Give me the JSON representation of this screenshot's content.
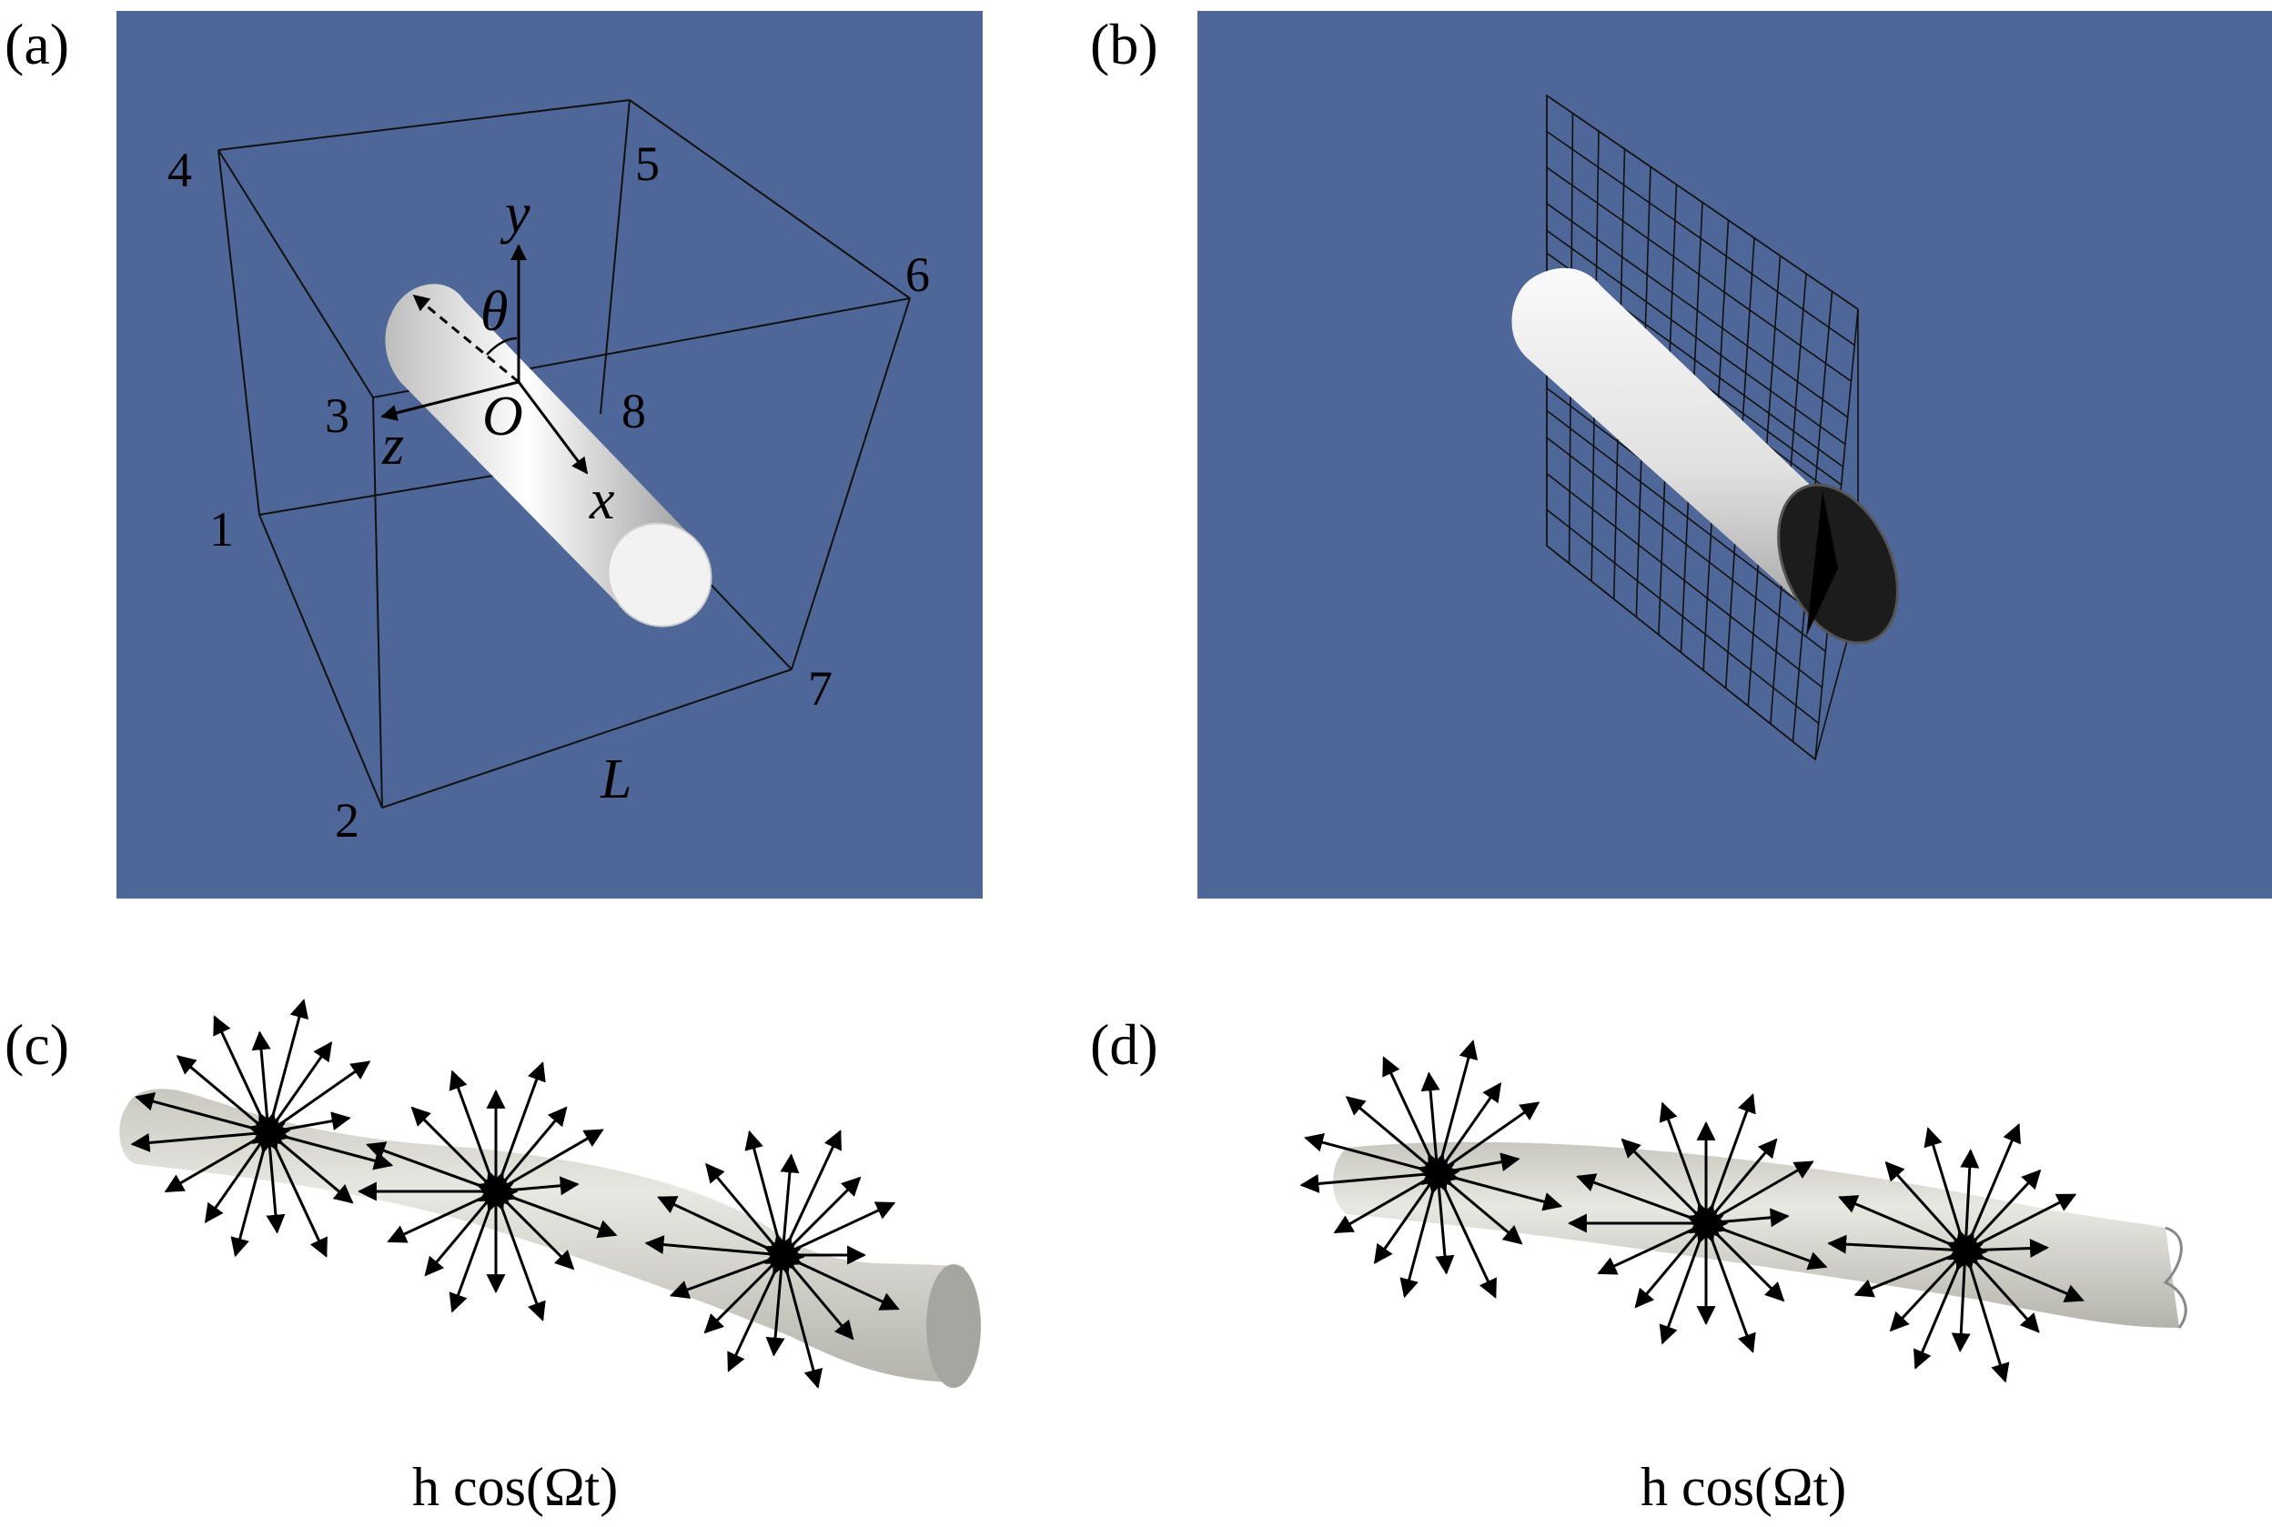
{
  "panels": {
    "a": {
      "label": "(a)",
      "vertices": [
        "1",
        "2",
        "3",
        "4",
        "5",
        "6",
        "7",
        "8"
      ],
      "axes": {
        "x": "x",
        "y": "y",
        "z": "z",
        "origin": "O",
        "angle": "θ",
        "length": "L"
      }
    },
    "b": {
      "label": "(b)"
    },
    "c": {
      "label": "(c)",
      "caption": "h cos(Ωt)"
    },
    "d": {
      "label": "(d)",
      "caption": "h cos(Ωt)"
    }
  },
  "colors": {
    "background": "#4f6698",
    "tube": "#ececec",
    "tube_c": "#d9d9d2",
    "arrow": "#000000"
  }
}
